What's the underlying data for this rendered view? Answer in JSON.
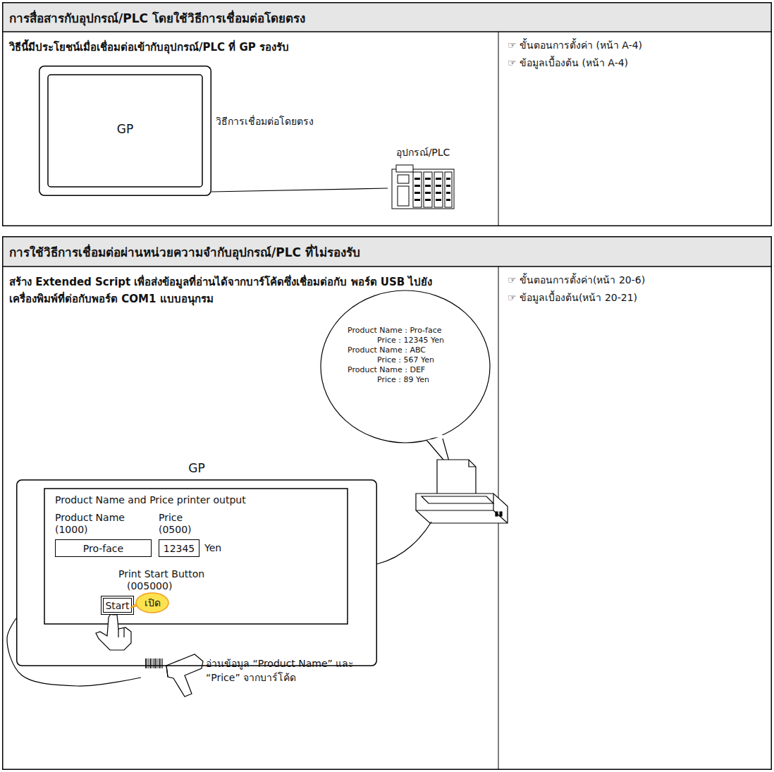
{
  "diagram": {
    "nodes": [
      {
        "text": [
          "การสื่อสารกับอุปกรณ์/PLC โดยใช้วิธีการเชื่อมต่อโดยตรง",
          "วิธีนี้มีประโยชน์เมื่อเชื่อมต่อเข้ากับอุปกรณ์/PLC ที่ GP รองรับ"
        ]
      },
      {
        "text": [
          "GP"
        ],
        "in": 0
      },
      {
        "text": [
          "อุปกรณ์/PLC"
        ],
        "in": 0
      },
      {
        "text": [
          "การใช้วิธีการเชื่อมต่อผ่านหน่วยความจำกับอุปกรณ์/PLC ที่ไม่รองรับ",
          "สร้าง Extended Script เพื่อส่งข้อมูลที่อ่านได้จากบาร์โค้ดซึ่งเชื่อมต่อกับ พอร์ต USB ไปยังเครื่องพิมพ์ที่ต่อกับพอร์ต COM1 แบบอนุกรม"
        ]
      },
      {
        "text": [
          "Product Name : Pro-face",
          "Price : 12345 Yen",
          "Product Name : ABC",
          "Price : 567 Yen",
          "Product Name : DEF",
          "Price : 89 Yen"
        ],
        "in": 3
      },
      {
        "text": [
          "GP",
          "Product Name and Price printer output"
        ],
        "in": 3
      },
      {
        "text": [
          "Pro-face"
        ],
        "in": 5
      },
      {
        "text": [
          "12345"
        ],
        "in": 5
      },
      {
        "text": [
          "Start"
        ],
        "in": 5
      },
      {
        "text": [
          "เปิด"
        ],
        "in": 5
      },
      {
        "text": [
          "อ่านข้อมูล “Product Name” และ “Price” จากบาร์โค้ด"
        ],
        "in": 3
      }
    ],
    "edges": [
      {
        "from": 1,
        "to": 2,
        "arrow": "none",
        "label": "วิธีการเชื่อมต่อโดยตรง"
      },
      {
        "from": 10,
        "to": 5,
        "arrow": "none"
      }
    ],
    "labels": [
      "☞ ขั้นตอนการตั้งค่า (หน้า A-4)",
      "☞ ข้อมูลเบื้องต้น (หน้า A-4)",
      "☞ ขั้นตอนการตั้งค่า(หน้า 20-6)",
      "☞ ข้อมูลเบื้องต้น(หน้า 20-21)",
      "Product Name",
      "(1000)",
      "Price",
      "(0500)",
      "Yen",
      "Print Start Button",
      "(005000)"
    ]
  }
}
